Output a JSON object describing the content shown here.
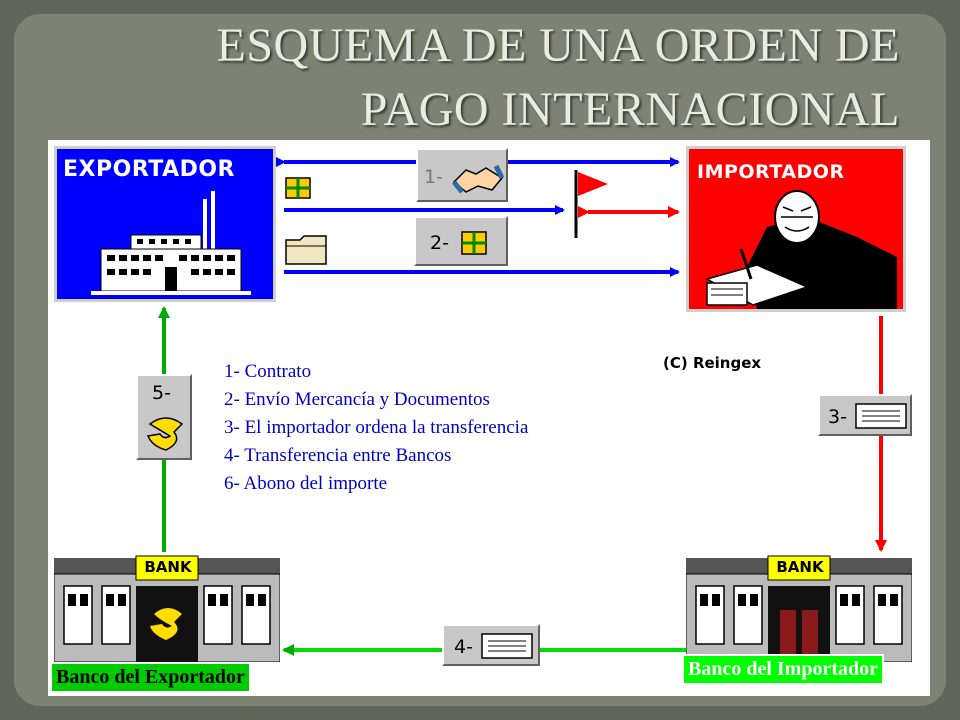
{
  "title": {
    "line1": "ESQUEMA DE UNA ORDEN DE",
    "line2": "PAGO INTERNACIONAL"
  },
  "diagram": {
    "exporter_label": "EXPORTADOR",
    "importer_label": "IMPORTADOR",
    "copyright": "(C) Reingex",
    "steps": {
      "s1": "1-",
      "s2": "2-",
      "s3": "3-",
      "s4": "4-",
      "s5": "5-"
    },
    "legend": [
      "1- Contrato",
      "2- Envío Mercancía y Documentos",
      "3- El importador ordena la transferencia",
      "4- Transferencia entre Bancos",
      "6- Abono del importe"
    ],
    "bank_sign": "BANK",
    "exporter_bank_label": "Banco del Exportador",
    "importer_bank_label": "Banco del Importador",
    "colors": {
      "exporter": "#0000ff",
      "importer": "#ff0000",
      "flow_blue": "#0000ff",
      "flow_red": "#ff0000",
      "flow_green": "#00aa00",
      "bank_label_bg": "#00cc00"
    }
  }
}
